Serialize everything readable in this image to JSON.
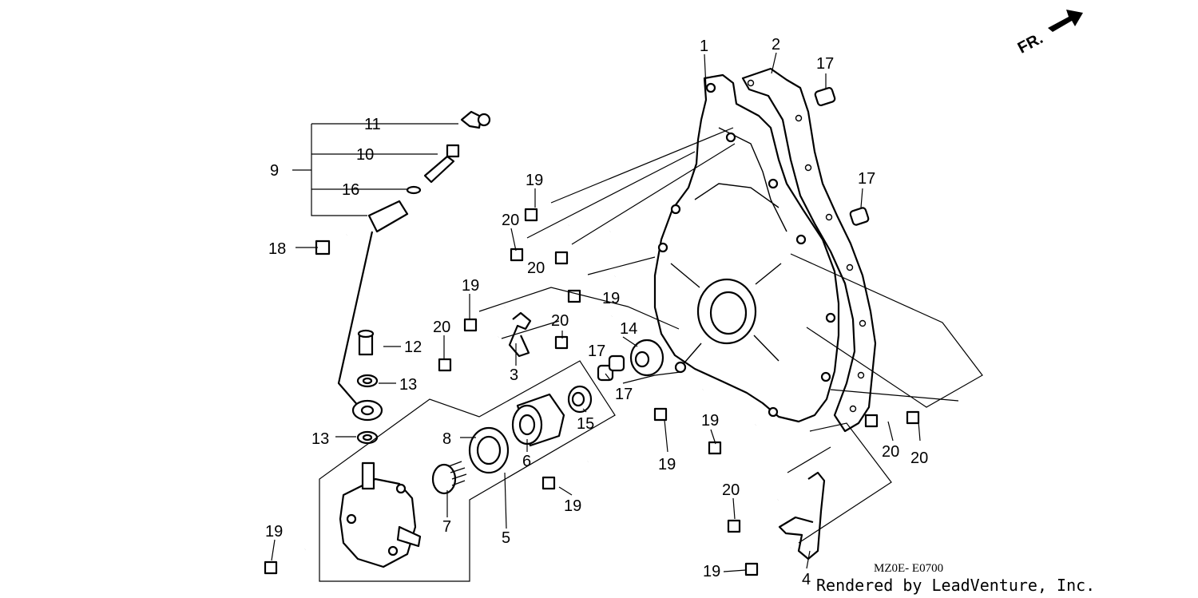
{
  "direction_label": "FR.",
  "diagram_code": "MZ0E- E0700",
  "credit": "Rendered by LeadVenture, Inc.",
  "callouts": [
    {
      "id": "c1",
      "text": "1"
    },
    {
      "id": "c2",
      "text": "2"
    },
    {
      "id": "c3",
      "text": "3"
    },
    {
      "id": "c4",
      "text": "4"
    },
    {
      "id": "c5",
      "text": "5"
    },
    {
      "id": "c6",
      "text": "6"
    },
    {
      "id": "c7",
      "text": "7"
    },
    {
      "id": "c8",
      "text": "8"
    },
    {
      "id": "c9",
      "text": "9"
    },
    {
      "id": "c10",
      "text": "10"
    },
    {
      "id": "c11",
      "text": "11"
    },
    {
      "id": "c12",
      "text": "12"
    },
    {
      "id": "c13a",
      "text": "13"
    },
    {
      "id": "c13b",
      "text": "13"
    },
    {
      "id": "c14",
      "text": "14"
    },
    {
      "id": "c15",
      "text": "15"
    },
    {
      "id": "c16",
      "text": "16"
    },
    {
      "id": "c17a",
      "text": "17"
    },
    {
      "id": "c17b",
      "text": "17"
    },
    {
      "id": "c17c",
      "text": "17"
    },
    {
      "id": "c17d",
      "text": "17"
    },
    {
      "id": "c18",
      "text": "18"
    },
    {
      "id": "c19a",
      "text": "19"
    },
    {
      "id": "c19b",
      "text": "19"
    },
    {
      "id": "c19c",
      "text": "19"
    },
    {
      "id": "c19d",
      "text": "19"
    },
    {
      "id": "c19e",
      "text": "19"
    },
    {
      "id": "c19f",
      "text": "19"
    },
    {
      "id": "c19g",
      "text": "19"
    },
    {
      "id": "c19h",
      "text": "19"
    },
    {
      "id": "c20a",
      "text": "20"
    },
    {
      "id": "c20b",
      "text": "20"
    },
    {
      "id": "c20c",
      "text": "20"
    },
    {
      "id": "c20d",
      "text": "20"
    },
    {
      "id": "c20e",
      "text": "20"
    },
    {
      "id": "c20f",
      "text": "20"
    },
    {
      "id": "c20g",
      "text": "20"
    }
  ]
}
